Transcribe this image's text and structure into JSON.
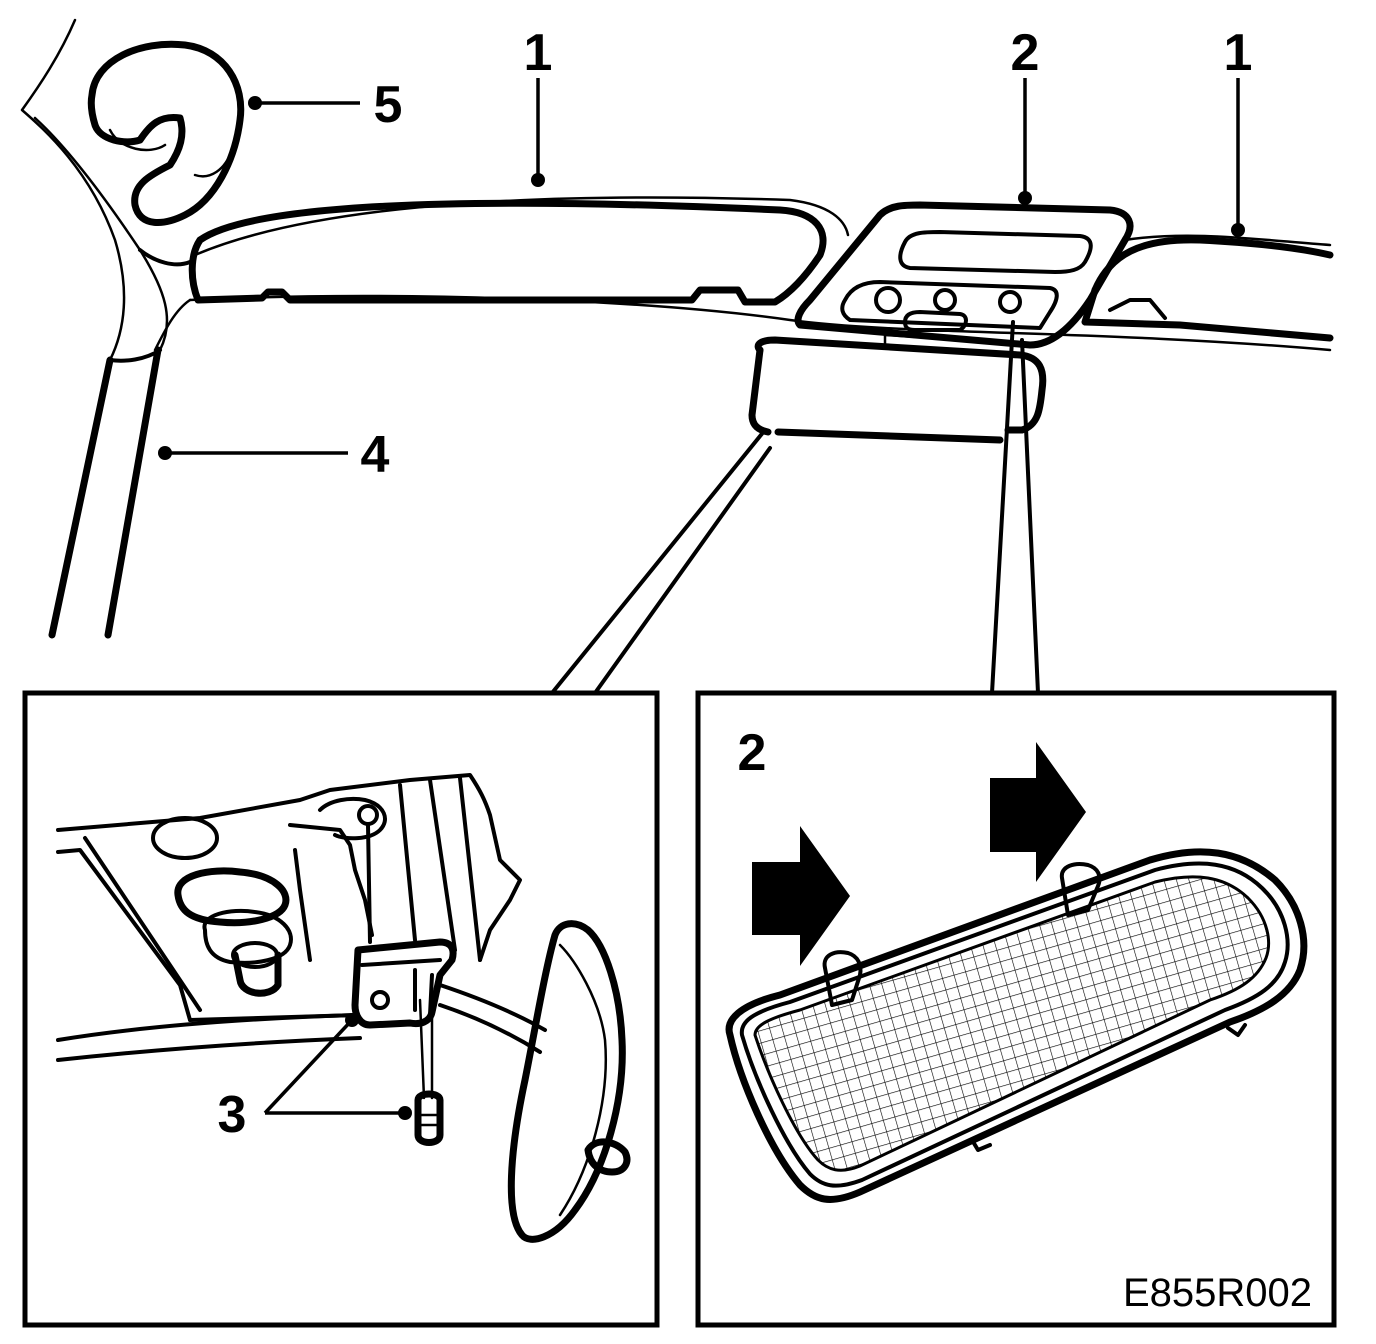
{
  "callouts": {
    "headliner_left": "1",
    "light_unit_top": "2",
    "headliner_right": "1",
    "screws_label": "3",
    "pillar_label": "4",
    "grab_handle_label": "5",
    "inset_right_label": "2"
  },
  "figure_code": "E855R002"
}
